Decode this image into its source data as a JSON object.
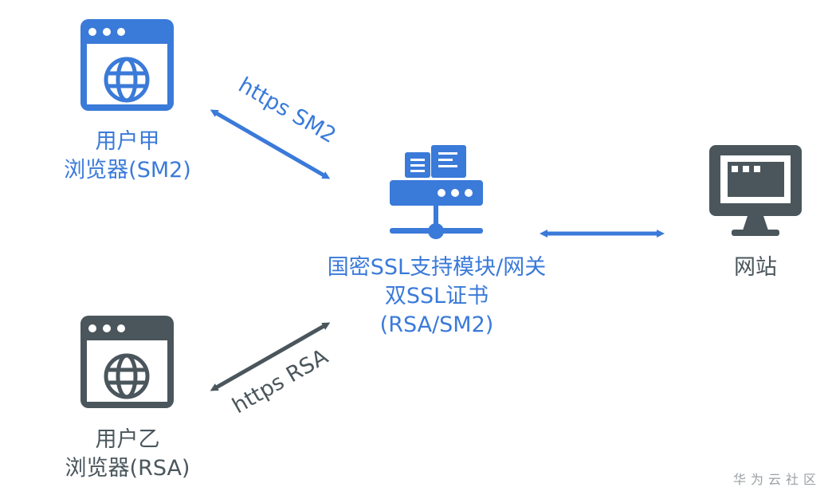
{
  "colors": {
    "accent": "#3a7ad9",
    "dark": "#4a565c",
    "background": "#ffffff"
  },
  "nodes": {
    "user_a": {
      "icon": "browser-globe-icon",
      "line1": "用户甲",
      "line2": "浏览器(SM2)"
    },
    "user_b": {
      "icon": "browser-globe-icon",
      "line1": "用户乙",
      "line2": "浏览器(RSA)"
    },
    "gateway": {
      "icon": "server-gateway-icon",
      "line1": "国密SSL支持模块/网关",
      "line2": "双SSL证书",
      "line3": "(RSA/SM2)"
    },
    "website": {
      "icon": "monitor-icon",
      "line1": "网站"
    }
  },
  "edges": {
    "sm2": {
      "label": "https SM2"
    },
    "rsa": {
      "label": "https RSA"
    }
  },
  "watermark": "华为云社区"
}
